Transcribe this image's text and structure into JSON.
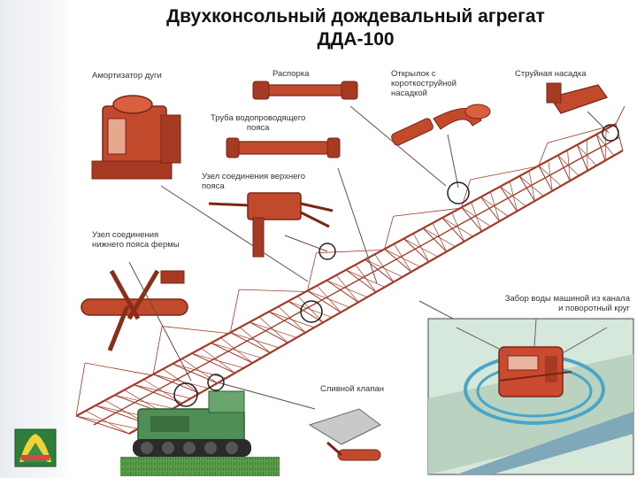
{
  "slide": {
    "title_line1": "Двухконсольный дождевальный агрегат",
    "title_line2": "ДДА-100"
  },
  "labels": {
    "shock_absorber": "Амортизатор дуги",
    "spacer": "Распорка",
    "wing_line1": "Открылок с",
    "wing_line2": "короткоструйной",
    "wing_line3": "насадкой",
    "jet_nozzle": "Струйная насадка",
    "upper_pipe_line1": "Труба водопроводящего",
    "upper_pipe_line2": "пояса",
    "upper_joint_line1": "Узел соединения верхнего",
    "upper_joint_line2": "пояса",
    "lower_joint_line1": "Узел соединения",
    "lower_joint_line2": "нижнего пояса фермы",
    "water_intake_line1": "Забор воды машиной из канала",
    "water_intake_line2": "и поворотный круг",
    "drain_valve": "Сливной клапан"
  },
  "colors": {
    "part_red": "#c24a2c",
    "part_dark": "#8a2e18",
    "truss": "#a33a28",
    "callout_line": "#6a4a48",
    "tractor_green": "#4f8f55",
    "inset_bg": "#cfe3d6"
  },
  "icons": {
    "logo": "university-logo"
  }
}
